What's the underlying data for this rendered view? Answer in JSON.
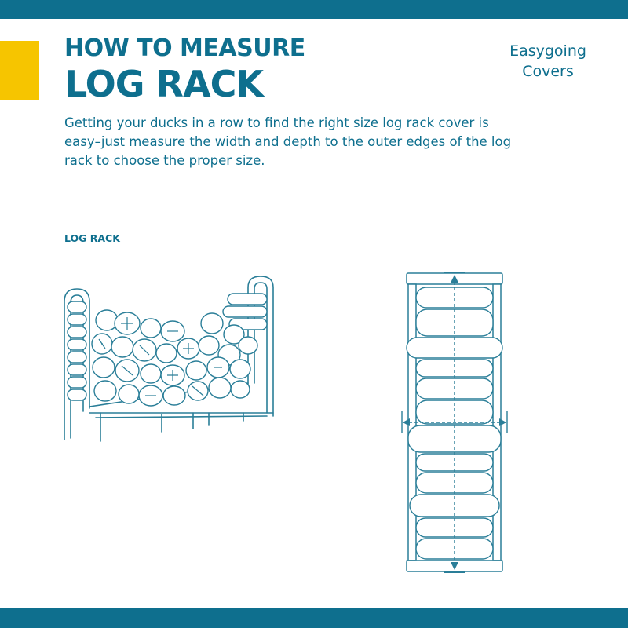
{
  "header": {
    "title_line1": "HOW TO MEASURE",
    "title_line2": "LOG RACK",
    "brand_line1": "Easygoing",
    "brand_line2": "Covers"
  },
  "intro_text": "Getting your ducks in a row to find the right size log rack cover is easy–just measure the width and depth to the outer edges of the log rack to choose the proper size.",
  "diagram": {
    "label": "LOG RACK"
  },
  "colors": {
    "brand_blue": "#0e6f8e",
    "accent_yellow": "#f6c500",
    "diagram_line": "#2a7e98"
  },
  "icons": [
    "log-rack-front-illustration",
    "log-rack-top-view-illustration",
    "width-arrow",
    "depth-arrow"
  ]
}
